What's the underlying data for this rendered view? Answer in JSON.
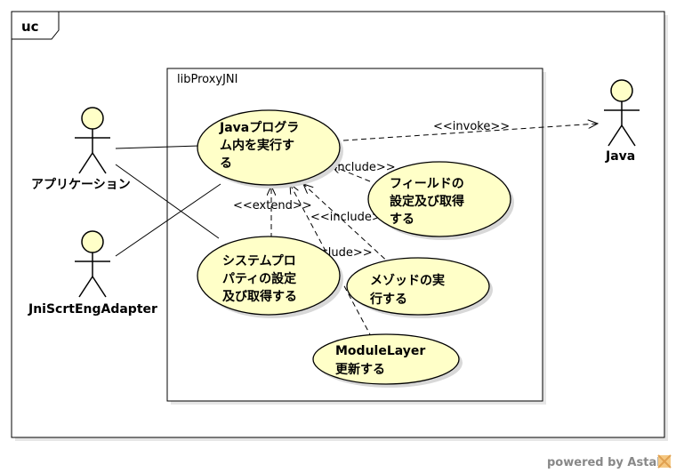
{
  "frame": {
    "label": "uc"
  },
  "system": {
    "name": "libProxyJNI"
  },
  "actors": {
    "app": "アプリケーション",
    "adapter": "JniScrtEngAdapter",
    "java": "Java"
  },
  "usecases": {
    "run": [
      "Javaプログラ",
      "ム内を実行す",
      "る"
    ],
    "field": [
      "フィールドの",
      "設定及び取得",
      "する"
    ],
    "sysprop": [
      "システムプロ",
      "パティの設定",
      "及び取得する"
    ],
    "method": [
      "メゾッドの実",
      "行する"
    ],
    "module": [
      "ModuleLayer",
      "更新する"
    ]
  },
  "stereotypes": {
    "invoke": "<<invoke>>",
    "include_field": "<<include>>",
    "extend": "<<extend>>",
    "include_method": "<<include>>",
    "include_module": "<<include>>"
  },
  "watermark": {
    "text": "powered by Astah"
  }
}
